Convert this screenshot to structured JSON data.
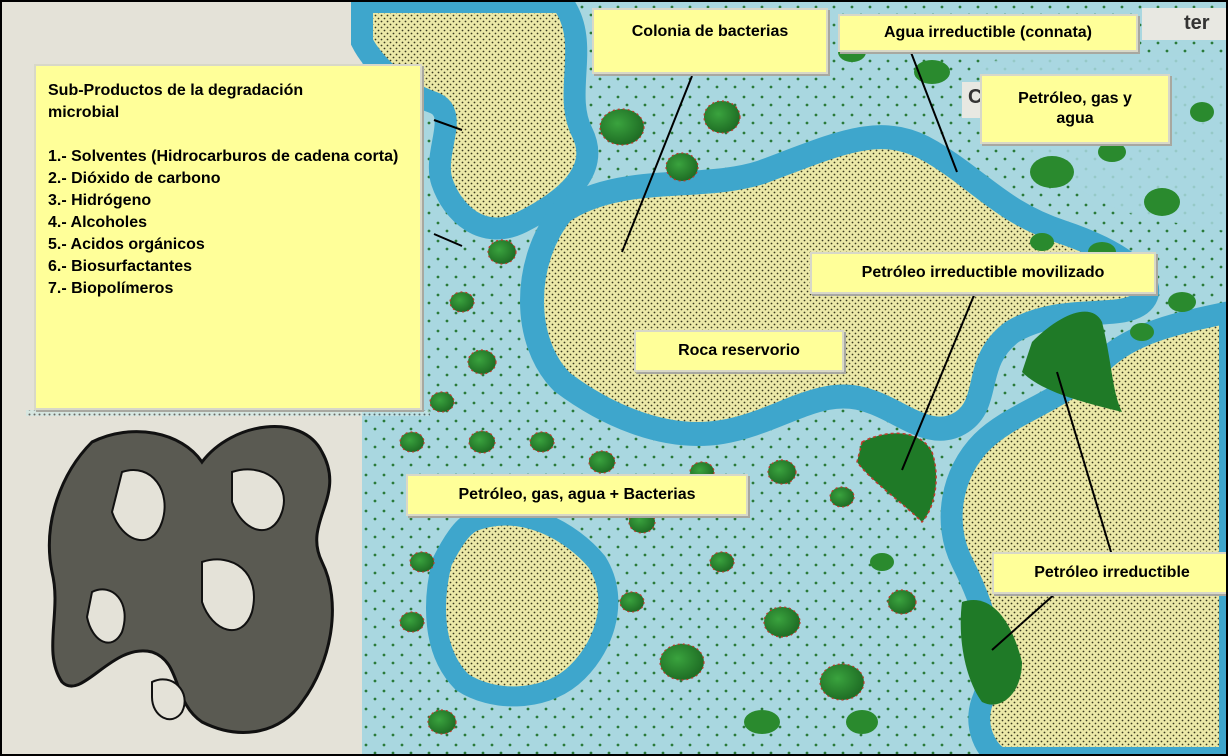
{
  "byproducts": {
    "title": "Sub-Productos de la degradación microbial",
    "items": [
      "1.- Solventes (Hidrocarburos de cadena corta)",
      "2.- Dióxido de carbono",
      "3.- Hidrógeno",
      "4.- Alcoholes",
      "5.- Acidos orgánicos",
      "6.- Biosurfactantes",
      "7.- Biopolímeros"
    ]
  },
  "labels": {
    "colonia": "Colonia de bacterias",
    "agua_irreductible": "Agua irreductible (connata)",
    "petroleo_gas_agua_line1": "Petróleo, gas y",
    "petroleo_gas_agua_line2": "agua",
    "petroleo_movilizado": "Petróleo irreductible movilizado",
    "roca": "Roca reservorio",
    "petroleo_bacterias": "Petróleo, gas, agua + Bacterias",
    "petroleo_irreductible": "Petróleo irreductible"
  },
  "partial_text": {
    "top_right": "ter",
    "right_fragment": "C"
  },
  "colors": {
    "background_panel": "#e4e2d8",
    "pore_water": "#a9d7e0",
    "water_film": "#3ea6cc",
    "rock_grain": "#ece9a8",
    "oil": "#2a8a2e",
    "bacteria_fringe": "#c0392b",
    "label_fill": "#ffff99"
  }
}
